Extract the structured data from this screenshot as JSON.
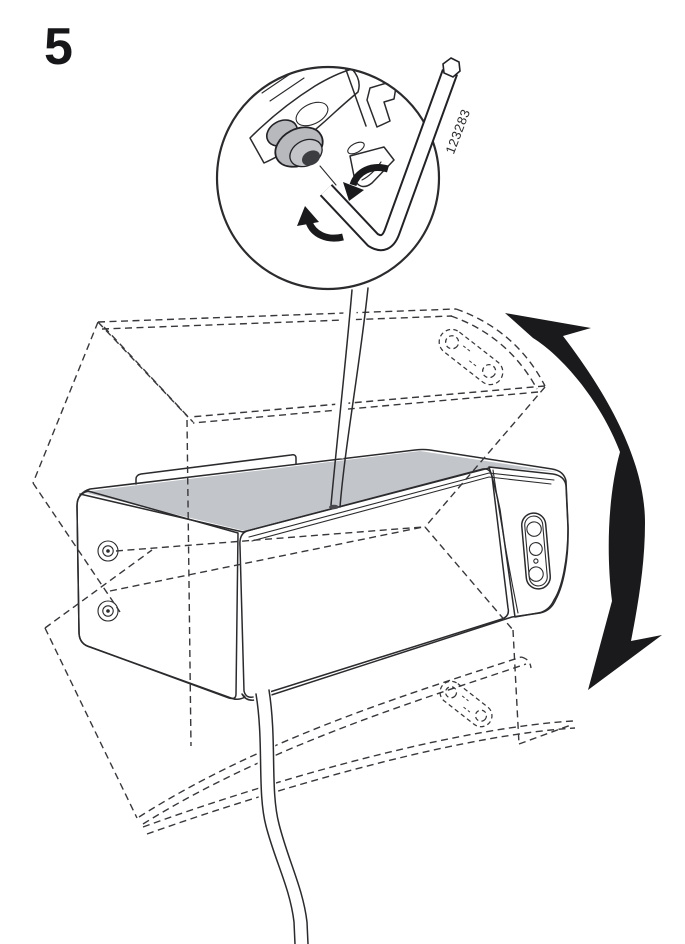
{
  "illustration": {
    "step_number": "5",
    "part_number": "123283",
    "type": "assembly-instruction-step",
    "shows": "tighten set screw with hex key, speaker can rotate on wall bracket"
  },
  "colors": {
    "background": "#ffffff",
    "line": "#2b2b2e",
    "speaker_top": "#c2c5c9",
    "speaker_left": "#d0d1d4",
    "speaker_front": "#c9cbce",
    "speaker_end": "#c6c8cb",
    "screw_fill": "#b7b9bd",
    "socket_fill": "#3c3d41",
    "arrow_black": "#1a1a1c"
  }
}
